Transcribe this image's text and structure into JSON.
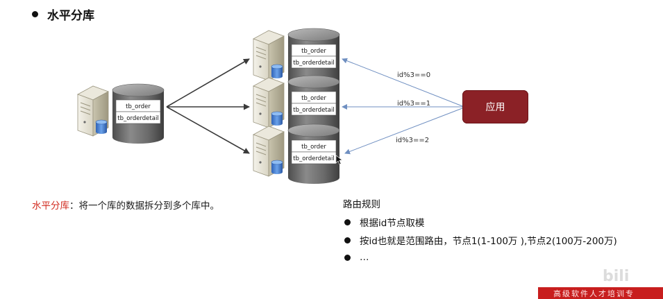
{
  "heading": "水平分库",
  "tables": {
    "order": "tb_order",
    "detail": "tb_orderdetail"
  },
  "routes": [
    {
      "condition": "id%3==0"
    },
    {
      "condition": "id%3==1"
    },
    {
      "condition": "id%3==2"
    }
  ],
  "app_label": "应用",
  "description": {
    "key": "水平分库",
    "text": "：将一个库的数据拆分到多个库中。"
  },
  "routing_rules": {
    "title": "路由规则",
    "items": [
      "根据id节点取模",
      "按id也就是范围路由，节点1(1-100万 ),节点2(100万-200万)",
      "…"
    ]
  },
  "footer_text": "高级软件人才培训专",
  "watermark": "bili",
  "colors": {
    "app_box": "#8b2126",
    "route_arrow": "#6f8fc1",
    "description_key": "#d12a1e",
    "footer_band": "#c81e1e"
  }
}
